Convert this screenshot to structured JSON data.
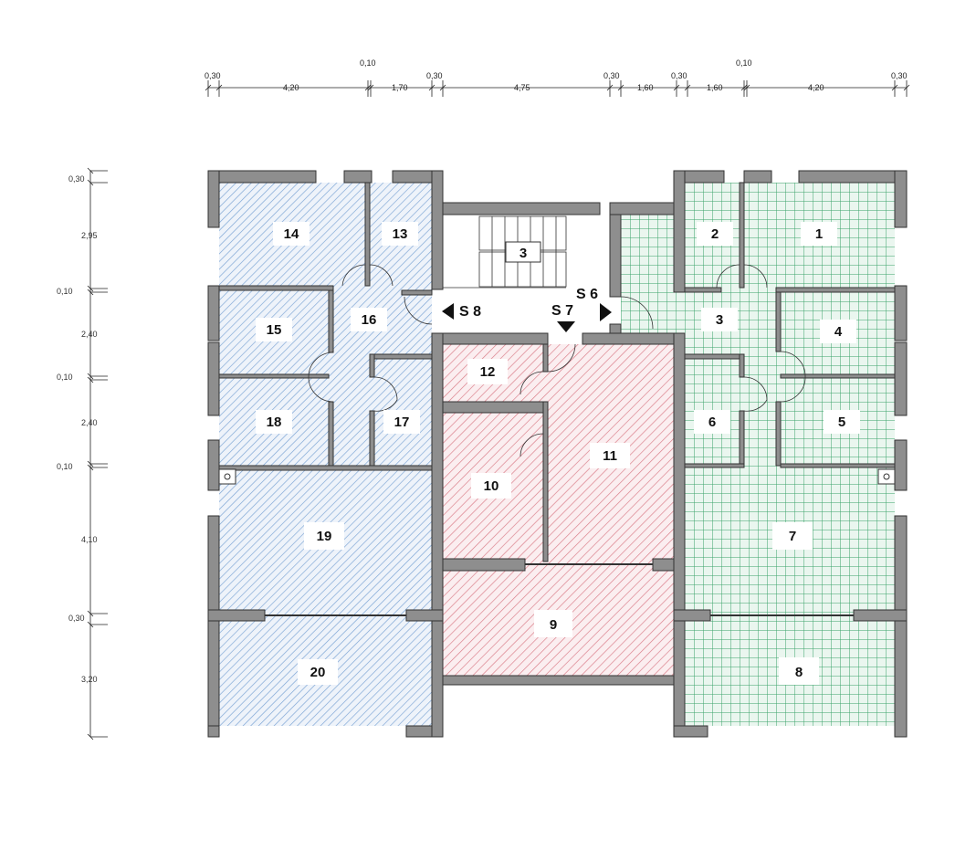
{
  "title": "Floor plan",
  "colors": {
    "blue_unit": "#7aa3d4",
    "red_unit": "#d97a86",
    "green_unit": "#3aa36a",
    "wall": "#8e8e8e"
  },
  "top_dims": [
    "0,30",
    "4,20",
    "0,10",
    "1,70",
    "0,30",
    "4,75",
    "0,30",
    "1,60",
    "0,30",
    "1,60",
    "0,10",
    "4,20",
    "0,30"
  ],
  "left_dims": [
    "0,30",
    "2,95",
    "0,10",
    "2,40",
    "0,10",
    "2,40",
    "0,10",
    "4,10",
    "0,30",
    "3,20"
  ],
  "rooms": {
    "r1": "1",
    "r2": "2",
    "r3r": "3",
    "r4": "4",
    "r5": "5",
    "r6": "6",
    "r7": "7",
    "r8": "8",
    "r9": "9",
    "r10": "10",
    "r11": "11",
    "r12": "12",
    "r13": "13",
    "r14": "14",
    "r15": "15",
    "r16": "16",
    "r17": "17",
    "r18": "18",
    "r19": "19",
    "r20": "20",
    "stair": "3"
  },
  "sections": {
    "s6": "S 6",
    "s7": "S 7",
    "s8": "S 8"
  }
}
